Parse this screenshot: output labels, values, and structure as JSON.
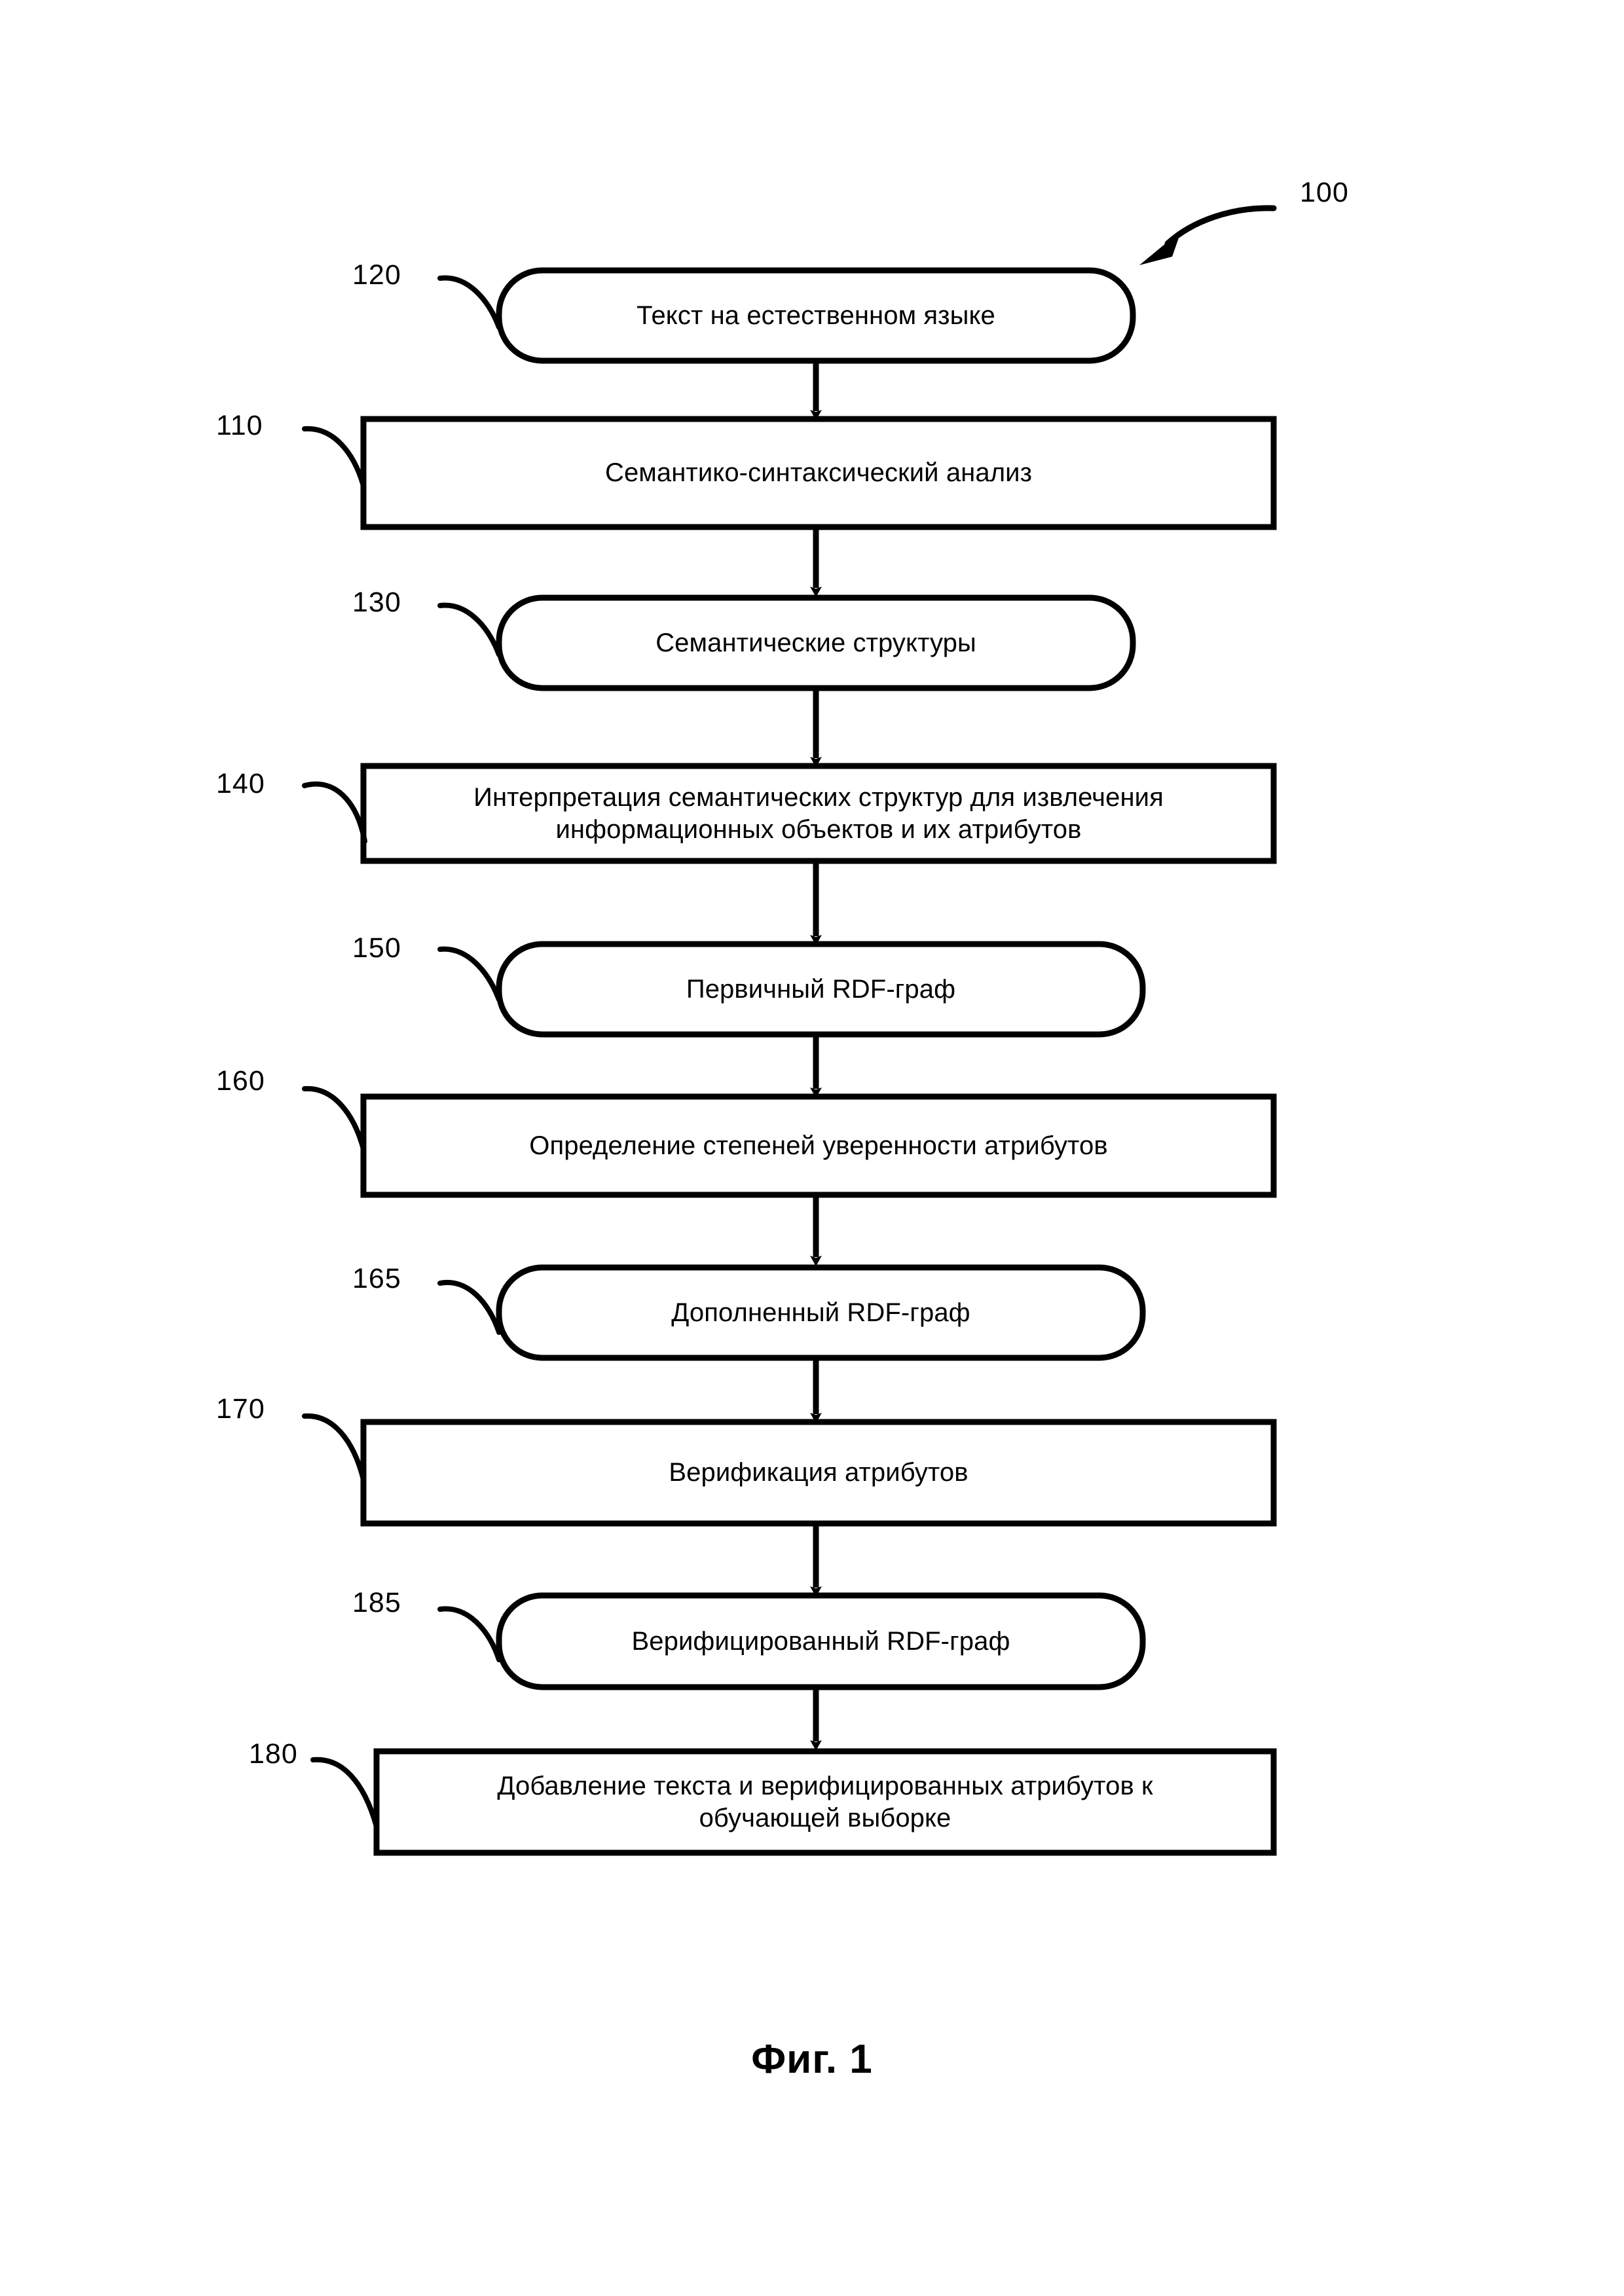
{
  "figure": {
    "caption": "Фиг. 1",
    "diagram_reference": "100"
  },
  "flowchart": {
    "type": "flowchart",
    "orientation": "top-to-bottom",
    "nodes": [
      {
        "ref": "120",
        "shape": "rounded",
        "label": "Текст на естественном языке"
      },
      {
        "ref": "110",
        "shape": "rectangle",
        "label": "Семантико-синтаксический анализ"
      },
      {
        "ref": "130",
        "shape": "rounded",
        "label": "Семантические структуры"
      },
      {
        "ref": "140",
        "shape": "rectangle",
        "label": "Интерпретация семантических структур для извлечения\nинформационных объектов и их атрибутов"
      },
      {
        "ref": "150",
        "shape": "rounded",
        "label": "Первичный RDF-граф"
      },
      {
        "ref": "160",
        "shape": "rectangle",
        "label": "Определение степеней уверенности атрибутов"
      },
      {
        "ref": "165",
        "shape": "rounded",
        "label": "Дополненный RDF-граф"
      },
      {
        "ref": "170",
        "shape": "rectangle",
        "label": "Верификация атрибутов"
      },
      {
        "ref": "185",
        "shape": "rounded",
        "label": "Верифицированный RDF-граф"
      },
      {
        "ref": "180",
        "shape": "rectangle",
        "label": "Добавление текста и верифицированных атрибутов к\nобучающей выборке"
      }
    ],
    "edges": [
      {
        "from": "120",
        "to": "110"
      },
      {
        "from": "110",
        "to": "130"
      },
      {
        "from": "130",
        "to": "140"
      },
      {
        "from": "140",
        "to": "150"
      },
      {
        "from": "150",
        "to": "160"
      },
      {
        "from": "160",
        "to": "165"
      },
      {
        "from": "165",
        "to": "170"
      },
      {
        "from": "170",
        "to": "185"
      },
      {
        "from": "185",
        "to": "180"
      }
    ]
  },
  "colors": {
    "stroke": "#000000",
    "background": "#ffffff"
  }
}
